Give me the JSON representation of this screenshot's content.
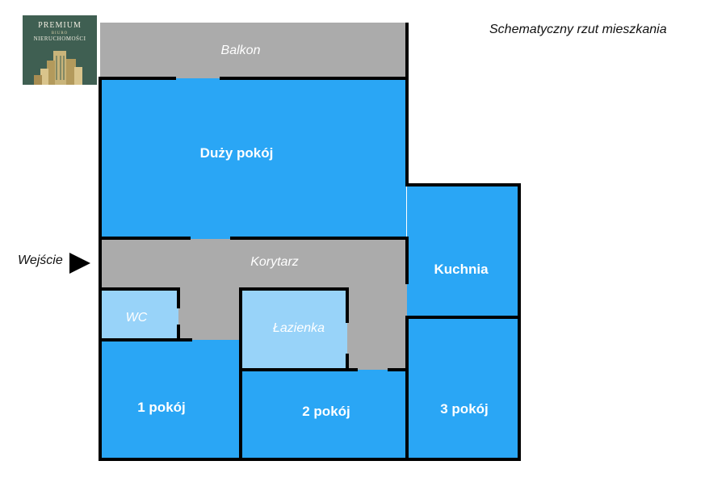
{
  "logo": {
    "brand": "PREMIUM",
    "tagline": "BIURO",
    "name": "NIERUCHOMOŚCI"
  },
  "caption": "Schematyczny rzut mieszkania",
  "entry_label": "Wejście",
  "rooms": {
    "balkon": "Balkon",
    "duzy_pokoj": "Duży pokój",
    "korytarz": "Korytarz",
    "kuchnia": "Kuchnia",
    "wc": "WC",
    "lazienka": "Łazienka",
    "pokoj1": "1 pokój",
    "pokoj2": "2 pokój",
    "pokoj3": "3 pokój"
  },
  "colors": {
    "room": "#2aa6f5",
    "bath": "#98d3f9",
    "corridor": "#ababab",
    "wall": "#000000",
    "logo_bg": "#3f5f52"
  }
}
